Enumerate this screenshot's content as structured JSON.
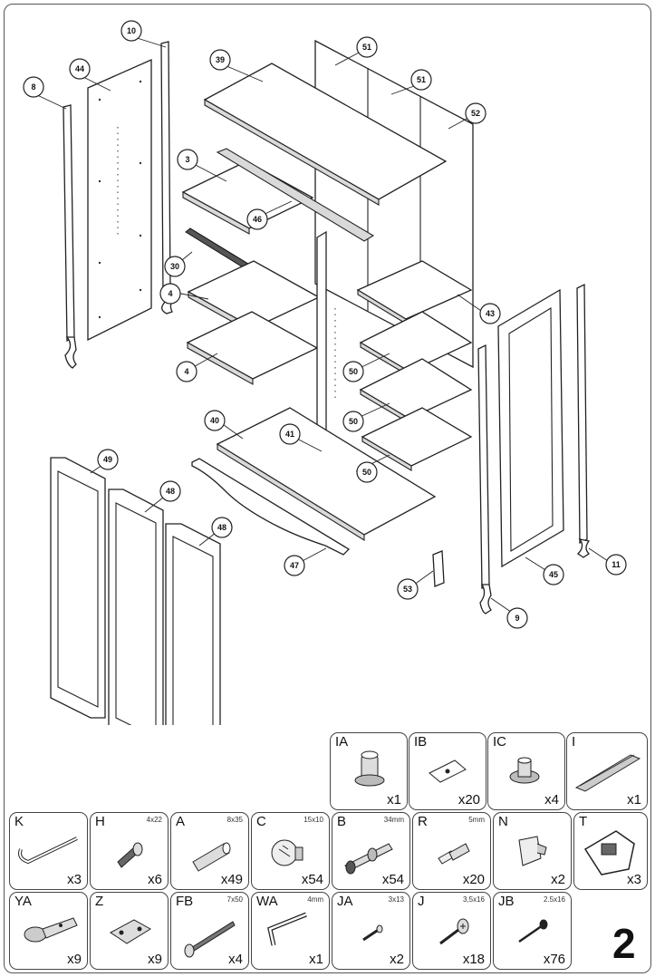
{
  "step_number": "2",
  "part_labels": {
    "p8": "8",
    "p10": "10",
    "p44": "44",
    "p39": "39",
    "p51a": "51",
    "p51b": "51",
    "p52": "52",
    "p3": "3",
    "p46": "46",
    "p30": "30",
    "p4a": "4",
    "p4b": "4",
    "p43": "43",
    "p50a": "50",
    "p50b": "50",
    "p50c": "50",
    "p40": "40",
    "p41": "41",
    "p49": "49",
    "p48a": "48",
    "p48b": "48",
    "p47": "47",
    "p53": "53",
    "p9": "9",
    "p45": "45",
    "p11": "11"
  },
  "hardware": [
    {
      "code": "IA",
      "size": "",
      "qty": "x1",
      "icon": "cam-bolt-icon"
    },
    {
      "code": "IB",
      "size": "",
      "qty": "x20",
      "icon": "plate-icon"
    },
    {
      "code": "IC",
      "size": "",
      "qty": "x4",
      "icon": "knob-icon"
    },
    {
      "code": "I",
      "size": "",
      "qty": "x1",
      "icon": "rail-icon"
    },
    {
      "code": "K",
      "size": "",
      "qty": "x3",
      "icon": "rod-icon"
    },
    {
      "code": "H",
      "size": "4x22",
      "qty": "x6",
      "icon": "screw-bolt-icon"
    },
    {
      "code": "A",
      "size": "8x35",
      "qty": "x49",
      "icon": "dowel-icon"
    },
    {
      "code": "C",
      "size": "15x10",
      "qty": "x54",
      "icon": "cam-lock-icon"
    },
    {
      "code": "B",
      "size": "34mm",
      "qty": "x54",
      "icon": "cam-pin-icon"
    },
    {
      "code": "R",
      "size": "5mm",
      "qty": "x20",
      "icon": "shelf-pin-icon"
    },
    {
      "code": "N",
      "size": "",
      "qty": "x2",
      "icon": "clip-icon"
    },
    {
      "code": "T",
      "size": "",
      "qty": "x3",
      "icon": "hanger-icon"
    },
    {
      "code": "YA",
      "size": "",
      "qty": "x9",
      "icon": "hinge-icon"
    },
    {
      "code": "Z",
      "size": "",
      "qty": "x9",
      "icon": "hinge-plate-icon"
    },
    {
      "code": "FB",
      "size": "7x50",
      "qty": "x4",
      "icon": "long-screw-icon"
    },
    {
      "code": "WA",
      "size": "4mm",
      "qty": "x1",
      "icon": "allen-key-icon"
    },
    {
      "code": "JA",
      "size": "3x13",
      "qty": "x2",
      "icon": "small-screw-icon"
    },
    {
      "code": "J",
      "size": "3,5x16",
      "qty": "x18",
      "icon": "wood-screw-icon"
    },
    {
      "code": "JB",
      "size": "2.5x16",
      "qty": "x76",
      "icon": "nail-screw-icon"
    }
  ]
}
